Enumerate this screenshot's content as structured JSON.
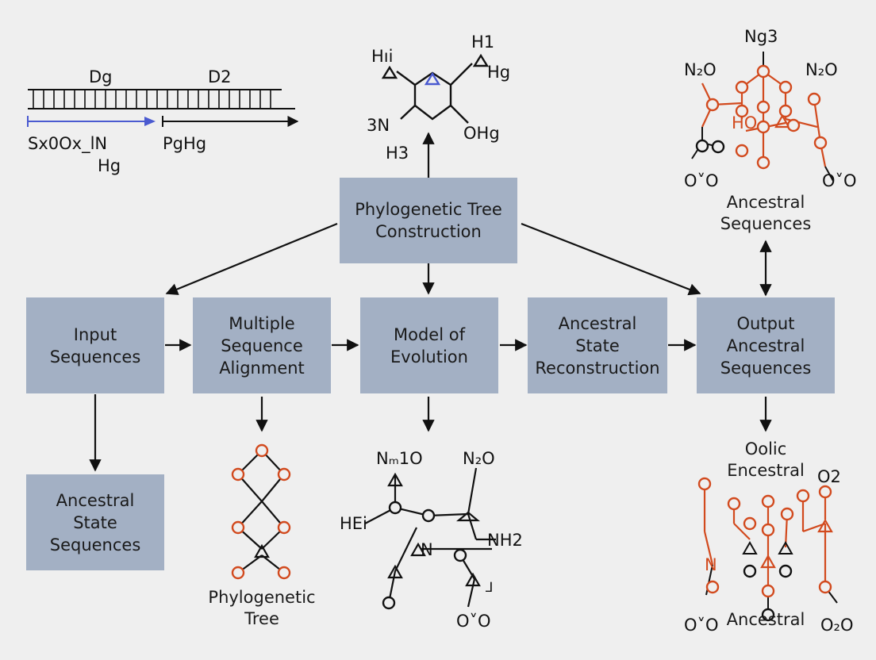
{
  "colors": {
    "box_fill": "#a3b0c4",
    "arrow": "#111111",
    "atom_red": "#d24a1e",
    "accent_blue": "#4a5ad0",
    "background": "#efefef"
  },
  "boxes": {
    "phylo_tree_construction": "Phylogenetic Tree\nConstruction",
    "input_sequences": "Input\nSequences",
    "multiple_sequence_alignment": "Multiple\nSequence\nAlignment",
    "model_of_evolution": "Model of\nEvolution",
    "ancestral_state_reconstruction": "Ancestral\nState\nReconstruction",
    "output_ancestral_sequences": "Output\nAncestral\nSequences",
    "ancestral_state_sequences": "Ancestral\nState\nSequences"
  },
  "labels": {
    "ancestral_sequences_top": "Ancestral\nSequences",
    "phylogenetic_tree": "Phylogenetic\nTree",
    "oolic_encestral": "Oolic\nEncestral",
    "ancestral_bottom": "Ancestral"
  },
  "dna_track": {
    "label_top_left": "Dg",
    "label_top_right": "D2",
    "label_left": "Sx0Ox_lN",
    "label_left_sub": "Hg",
    "label_right": "PgHg"
  },
  "molecule_top": {
    "label_hi": "Hıi",
    "label_h1": "H1",
    "label_hg": "Hg",
    "label_3n": "3N",
    "label_h3": "H3",
    "label_ohg": "OHg"
  },
  "molecule_top_right": {
    "label_ng3": "Ng3",
    "label_no_left": "N₂O",
    "label_no_right": "N₂O",
    "label_ho": "HO",
    "label_ovo_left": "O˅O",
    "label_ovo_right": "O˅O"
  },
  "molecule_bottom_center": {
    "label_n1o": "Nₘ1O",
    "label_no": "N₂O",
    "label_hei": "HEi",
    "label_nh2": "NH2",
    "label_n": "N",
    "label_ovo": "O˅O",
    "label_j": "⅃"
  },
  "molecule_bottom_right": {
    "label_o2": "O2",
    "label_n": "N",
    "label_ovo_left": "O˅O",
    "label_no": "O₂O"
  }
}
